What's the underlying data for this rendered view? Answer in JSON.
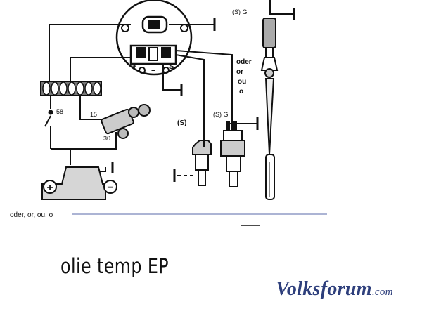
{
  "diagram": {
    "labels": {
      "gauge_plus": "+",
      "gauge_minus": "−",
      "gauge_s": "S",
      "terminal_58": "58",
      "terminal_15": "15",
      "terminal_30": "30",
      "sender_s_top": "(S) G",
      "sender_s_mid": "(S) G",
      "sender_s_single": "(S)",
      "oder_1": "oder",
      "or_1": "or",
      "ou_1": "ou",
      "o_1": "o",
      "battery_plus": "+",
      "battery_minus": "−",
      "footer_line": "oder, or, ou, o"
    }
  },
  "caption": "olie temp EP",
  "watermark": {
    "name": "Volksforum",
    "domain": ".com"
  },
  "colors": {
    "line": "#111111",
    "footer_rule": "#5a6aa8",
    "logo": "#2e3f7c"
  }
}
